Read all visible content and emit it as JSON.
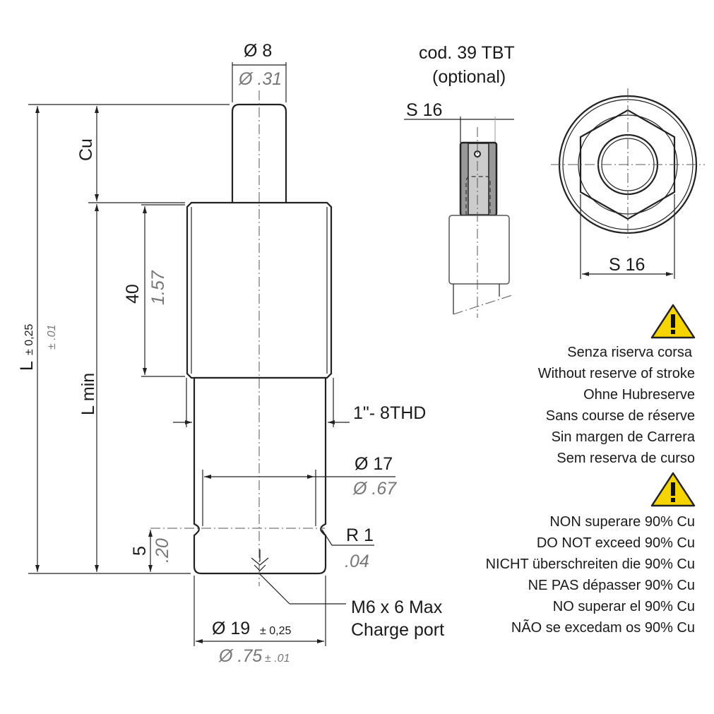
{
  "dimensions": {
    "rod_diameter": "Ø 8",
    "rod_diameter_inch": "Ø .31",
    "stroke": "Cu",
    "length": "L",
    "length_tol": "± 0,25",
    "length_tol_inch": "± .01",
    "length_min": "L min",
    "thread_length": "40",
    "thread_length_inch": "1.57",
    "thread": "1\"- 8THD",
    "groove_diameter": "Ø 17",
    "groove_diameter_inch": "Ø .67",
    "radius": "R 1",
    "radius_inch": ".04",
    "collar_height": "5",
    "collar_height_inch": ".20",
    "charge_port_line1": "M6 x 6 Max",
    "charge_port_line2": "Charge port",
    "body_diameter": "Ø 19",
    "body_diameter_tol": "± 0,25",
    "body_diameter_inch": "Ø .75",
    "body_diameter_inch_tol": "± .01"
  },
  "accessory": {
    "code": "cod. 39 TBT",
    "optional": "(optional)",
    "wrench_size_side": "S 16",
    "wrench_size_top": "S 16"
  },
  "warnings": {
    "group1": [
      "Senza riserva corsa",
      "Without reserve of stroke",
      "Ohne Hubreserve",
      "Sans course de réserve",
      "Sin margen de Carrera",
      "Sem reserva de curso"
    ],
    "group2": [
      "NON superare 90% Cu",
      "DO NOT exceed 90% Cu",
      "NICHT überschreiten die 90% Cu",
      "NE PAS dépasser 90% Cu",
      "NO superar el 90% Cu",
      "NÃO se excedam os 90% Cu"
    ]
  },
  "colors": {
    "warning": "#f5d400",
    "hex_key": "#9a9a9a",
    "inch": "#777777"
  }
}
